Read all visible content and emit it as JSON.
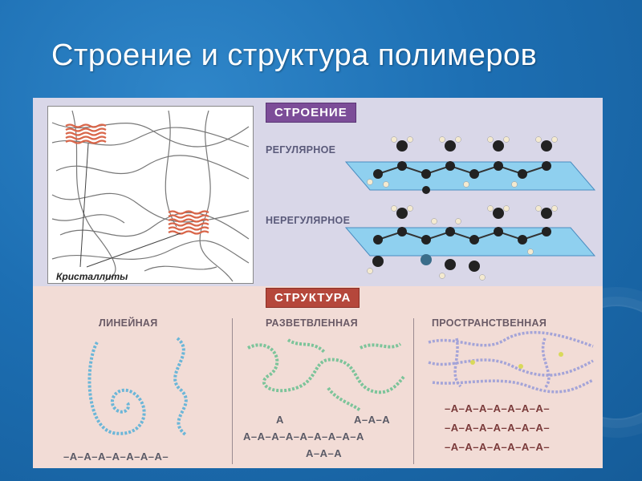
{
  "title": "Строение и структура полимеров",
  "top_section": {
    "header": "СТРОЕНИЕ",
    "crystallites_label": "Кристаллиты",
    "regular_label": "РЕГУЛЯРНОЕ",
    "irregular_label": "НЕРЕГУЛЯРНОЕ"
  },
  "bottom_section": {
    "header": "СТРУКТУРА",
    "linear_label": "ЛИНЕЙНАЯ",
    "branched_label": "РАЗВЕТВЛЕННАЯ",
    "spatial_label": "ПРОСТРАНСТВЕННАЯ",
    "linear_formula": "–A–A–A–A–A–A–A–",
    "branched_top_left": "A",
    "branched_top_right": "A–A–A",
    "branched_main": "A–A–A–A–A–A–A–A–A",
    "branched_bottom": "A–A–A",
    "spatial_row1": "–A–A–A–A–A–A–A–",
    "spatial_row2": "–A–A–A–A–A–A–A–",
    "spatial_row3": "–A–A–A–A–A–A–A–"
  },
  "colors": {
    "background": "#1d6fb3",
    "header_purple": "#7c4d98",
    "header_red": "#b5473b",
    "crystallite": "#d9664a",
    "plane": "#8fd0ef"
  }
}
